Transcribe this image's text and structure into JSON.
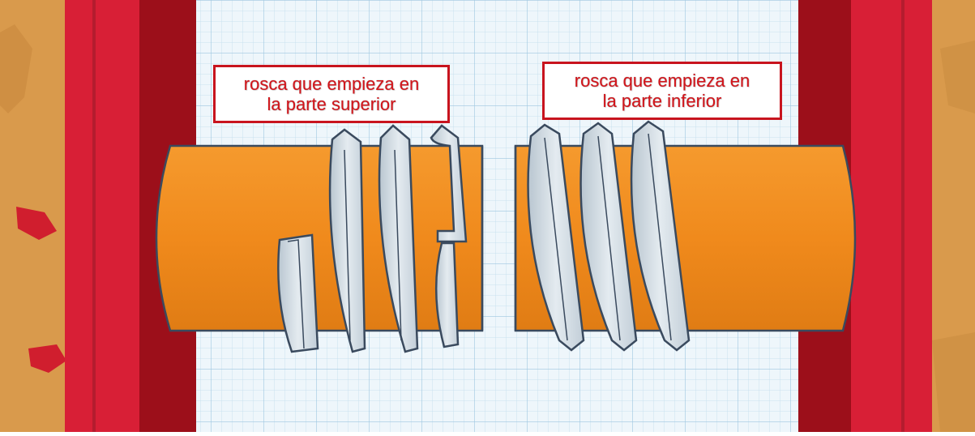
{
  "colors": {
    "cardboard": "#d99a4c",
    "red_frame": "#d81f36",
    "dark_red": "#9c0f1a",
    "grid_bg": "#eef6fb",
    "grid_line": "#b6d6ea",
    "cylinder": "#f08a1c",
    "thread": "#d6dfe6",
    "outline": "#3a4a5e",
    "callout_border": "#c8141e",
    "callout_text": "#d4141a"
  },
  "labels": {
    "left": {
      "line1": "rosca que empieza en",
      "line2": "la parte superior"
    },
    "right": {
      "line1": "rosca que empieza en",
      "line2": "la parte inferior"
    }
  },
  "scene": {
    "left_part": "threaded-cylinder-top-start",
    "right_part": "threaded-cylinder-bottom-start"
  }
}
